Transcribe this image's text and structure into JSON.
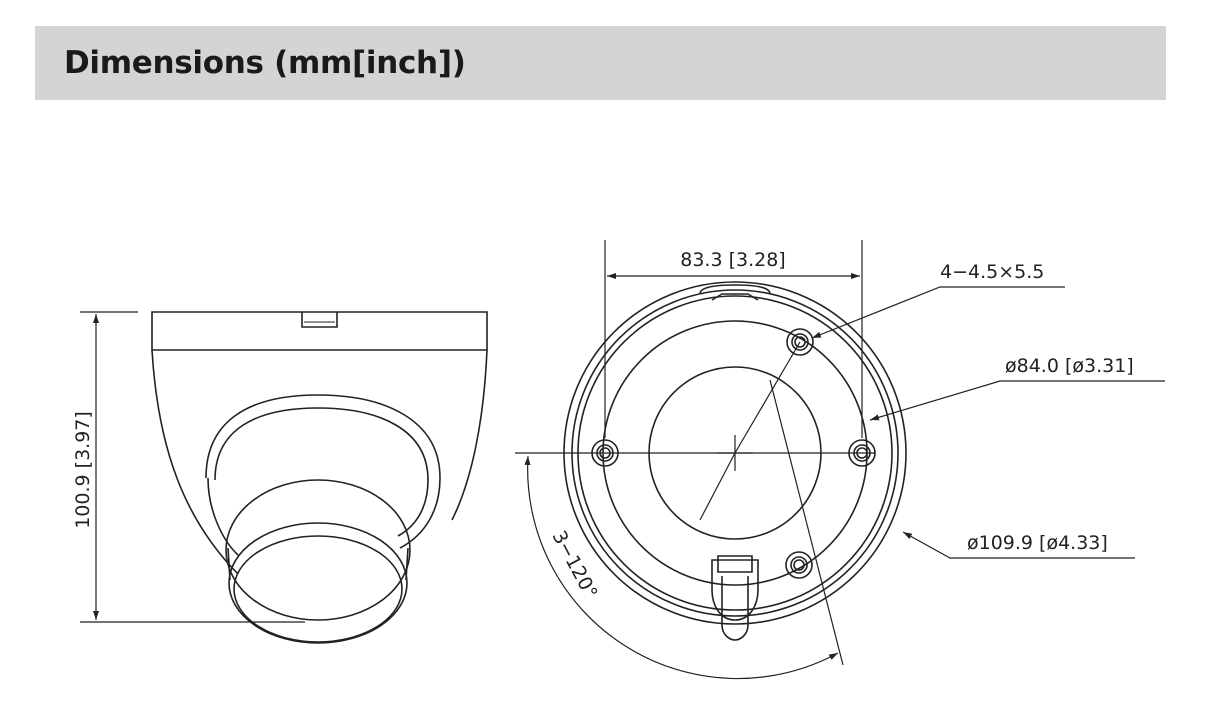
{
  "header": {
    "title": "Dimensions (mm[inch])"
  },
  "dimensions": {
    "height": "100.9 [3.97]",
    "hole_spacing": "83.3 [3.28]",
    "holes": "4−4.5×5.5",
    "inner_diameter": "ø84.0 [ø3.31]",
    "outer_diameter": "ø109.9 [ø4.33]",
    "angle": "3−120°"
  },
  "colors": {
    "header_bg": "#d4d4d4",
    "line": "#222222"
  }
}
